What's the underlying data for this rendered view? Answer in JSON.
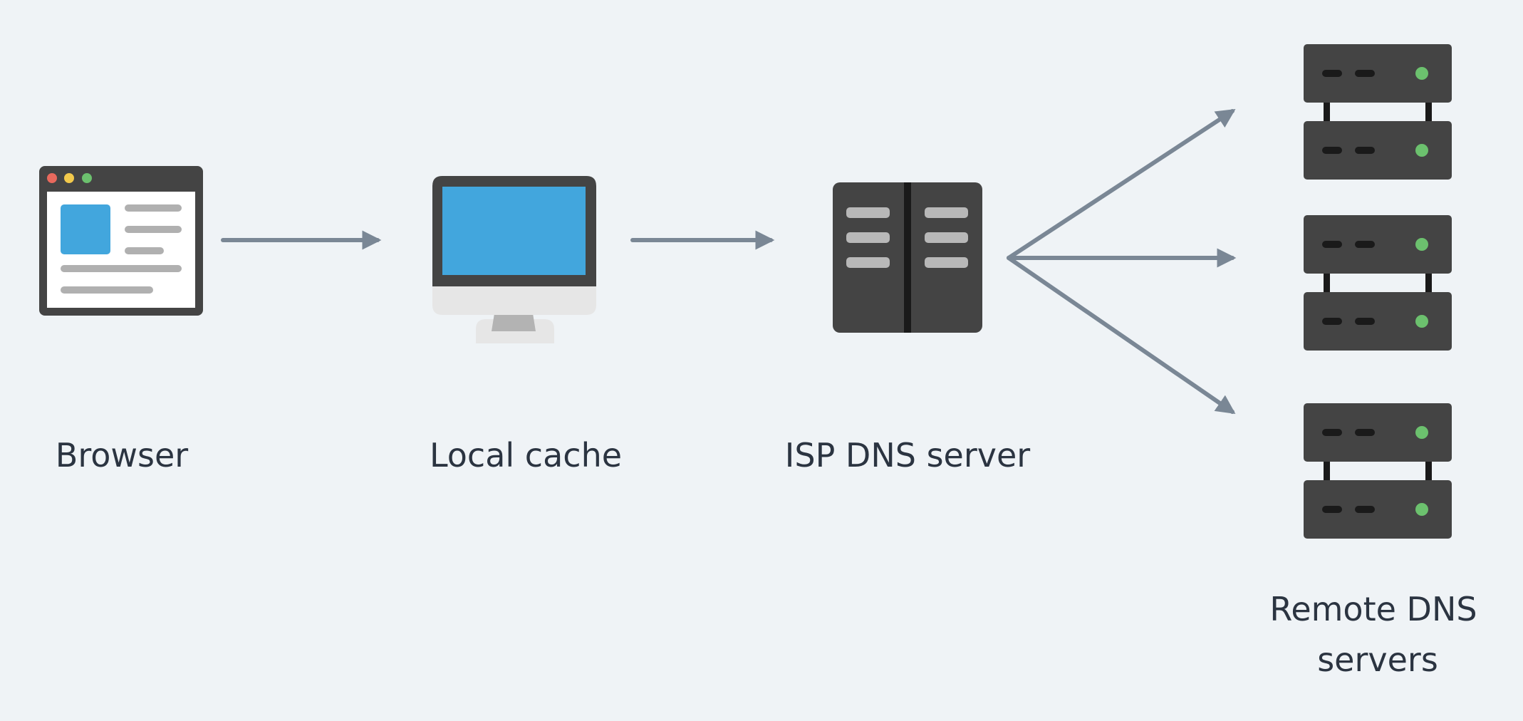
{
  "nodes": {
    "browser": {
      "label": "Browser",
      "icon": "browser-window-icon"
    },
    "local_cache": {
      "label": "Local cache",
      "icon": "desktop-monitor-icon"
    },
    "isp_dns": {
      "label": "ISP DNS server",
      "icon": "server-cabinet-icon"
    },
    "remote_dns": {
      "label_line1": "Remote DNS",
      "label_line2": "servers",
      "icon": "server-rack-icon"
    }
  },
  "edges": [
    {
      "from": "browser",
      "to": "local_cache"
    },
    {
      "from": "local_cache",
      "to": "isp_dns"
    },
    {
      "from": "isp_dns",
      "to": "remote_dns_1"
    },
    {
      "from": "isp_dns",
      "to": "remote_dns_2"
    },
    {
      "from": "isp_dns",
      "to": "remote_dns_3"
    }
  ],
  "colors": {
    "background": "#eff3f6",
    "arrow": "#7a8795",
    "device_dark": "#444444",
    "screen_blue": "#42a6dd",
    "led_green": "#6cc16e",
    "text": "#2b3441"
  }
}
